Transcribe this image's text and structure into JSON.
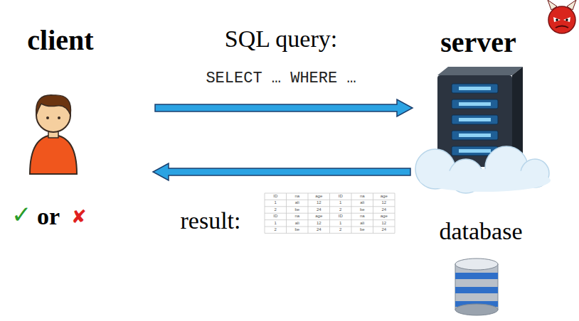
{
  "diagram": {
    "nodes": [
      {
        "text": [
          "client"
        ]
      },
      {
        "text": [
          "server"
        ]
      }
    ],
    "edges": [
      {
        "from": 0,
        "to": 1,
        "arrow": "to",
        "label": "SQL query:"
      },
      {
        "from": 1,
        "to": 0,
        "arrow": "to",
        "label": "result:"
      }
    ],
    "labels": [
      "SELECT … WHERE …",
      "✓",
      "or",
      "✘",
      "database",
      "ID",
      "na",
      "age",
      "ID",
      "na",
      "age",
      "1",
      "ali",
      "12",
      "1",
      "ali",
      "12",
      "2",
      "be",
      "24",
      "2",
      "be",
      "24",
      "ID",
      "na",
      "age",
      "ID",
      "na",
      "age",
      "1",
      "ali",
      "12",
      "1",
      "ali",
      "12",
      "2",
      "be",
      "24",
      "2",
      "be",
      "24"
    ]
  }
}
